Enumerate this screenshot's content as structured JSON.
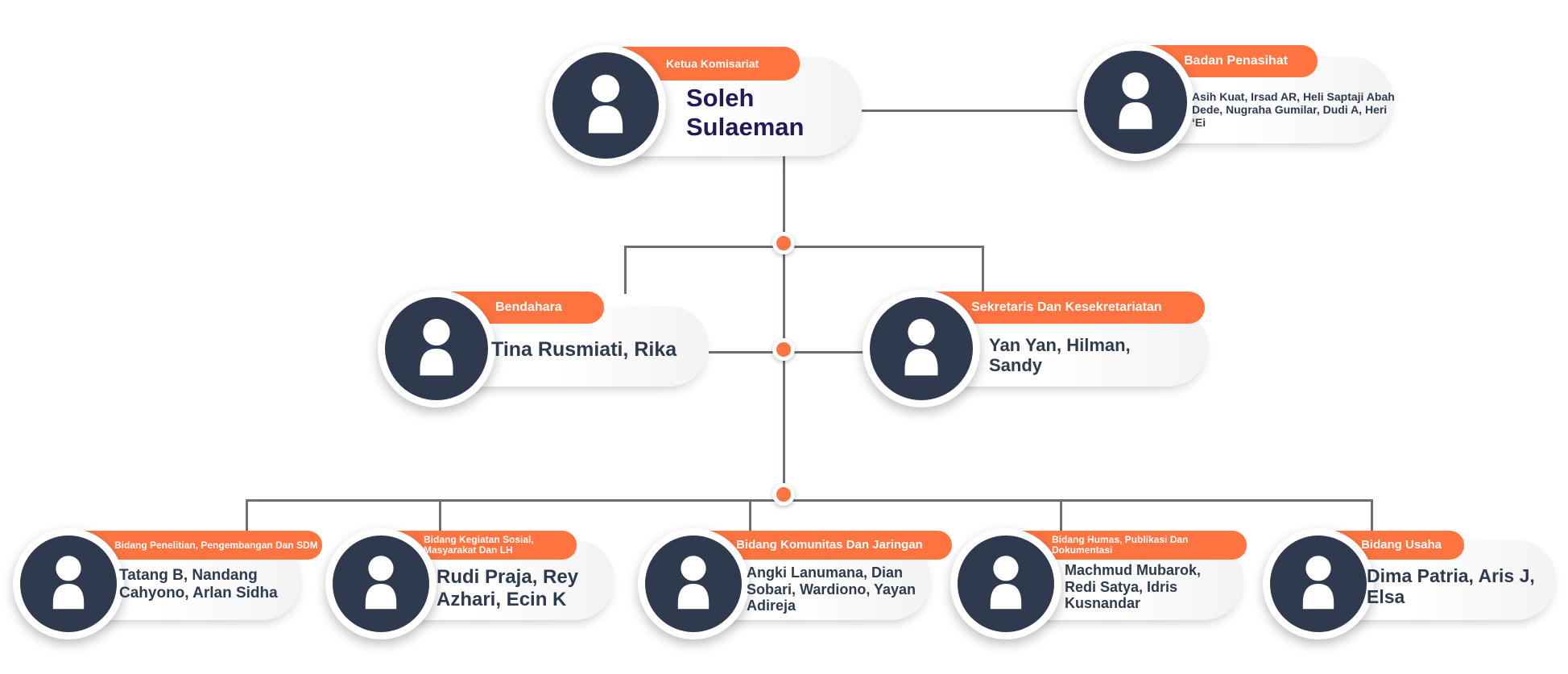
{
  "chairman": {
    "role": "Ketua Komisariat",
    "name": "Soleh Sulaeman"
  },
  "advisors": {
    "role": "Badan Penasihat",
    "names": "Asih Kuat, Irsad AR, Heli Saptaji Abah Dede, Nugraha Gumilar, Dudi A, Heri ‘Ei"
  },
  "treasurer": {
    "role": "Bendahara",
    "names": "Tina Rusmiati, Rika"
  },
  "secretary": {
    "role": "Sekretaris Dan Kesekretariatan",
    "names": "Yan Yan, Hilman, Sandy"
  },
  "departments": [
    {
      "role": "Bidang Penelitian, Pengembangan Dan SDM",
      "names": "Tatang B, Nandang Cahyono, Arlan Sidha"
    },
    {
      "role": "Bidang Kegiatan Sosial, Masyarakat Dan LH",
      "names": "Rudi Praja, Rey Azhari, Ecin K"
    },
    {
      "role": "Bidang Komunitas Dan Jaringan",
      "names": "Angki Lanumana, Dian Sobari, Wardiono, Yayan Adireja"
    },
    {
      "role": "Bidang Humas, Publikasi Dan Dokumentasi",
      "names": "Machmud Mubarok, Redi Satya, Idris Kusnandar"
    },
    {
      "role": "Bidang Usaha",
      "names": "Dima Patria, Aris J, Elsa"
    }
  ],
  "colors": {
    "accent": "#ff7440",
    "avatar": "#2f3a4f",
    "name_dark": "#1f1b5a",
    "text": "#2e3a4e"
  },
  "icons": {
    "avatar": "person-icon"
  }
}
